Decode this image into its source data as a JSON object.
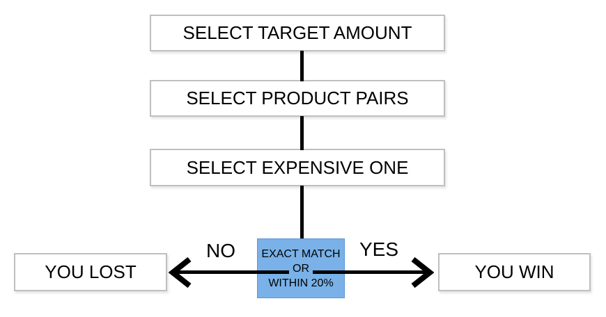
{
  "steps": [
    {
      "label": "SELECT TARGET AMOUNT"
    },
    {
      "label": "SELECT PRODUCT PAIRS"
    },
    {
      "label": "SELECT EXPENSIVE ONE"
    }
  ],
  "decision": {
    "line1": "EXACT MATCH",
    "line2": "OR",
    "line3": "WITHIN 20%"
  },
  "branches": {
    "no": "NO",
    "yes": "YES"
  },
  "outcomes": {
    "lost": "YOU LOST",
    "win": "YOU WIN"
  },
  "colors": {
    "decision_fill": "#79b1e8",
    "decision_border": "#5d96d6",
    "box_border": "#bfbfbf",
    "line": "#000000",
    "text": "#000000"
  }
}
